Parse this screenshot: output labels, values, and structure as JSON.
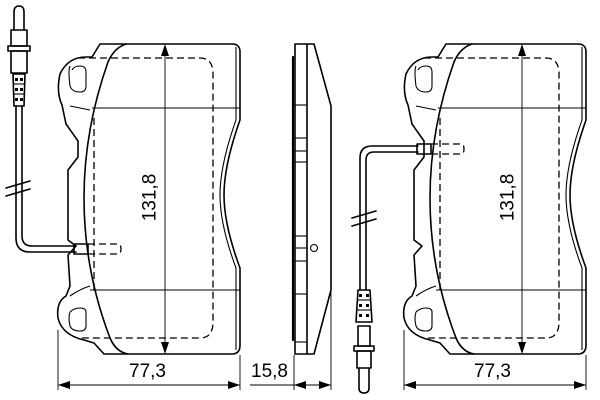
{
  "drawing": {
    "title": "Brake pad technical drawing",
    "views": [
      {
        "id": "front-view-left",
        "description": "Brake pad front view with wear sensor wire exiting lower-left, connector at top"
      },
      {
        "id": "side-view",
        "description": "Brake pad side/profile view"
      },
      {
        "id": "front-view-right",
        "description": "Brake pad front view with wear sensor wire exiting upper-left, connector at bottom"
      }
    ],
    "dimensions": {
      "left_width": "77,3",
      "left_height": "131,8",
      "thickness": "15,8",
      "right_width": "77,3",
      "right_height": "131,8"
    },
    "colors": {
      "line": "#000000",
      "background": "#ffffff"
    }
  }
}
